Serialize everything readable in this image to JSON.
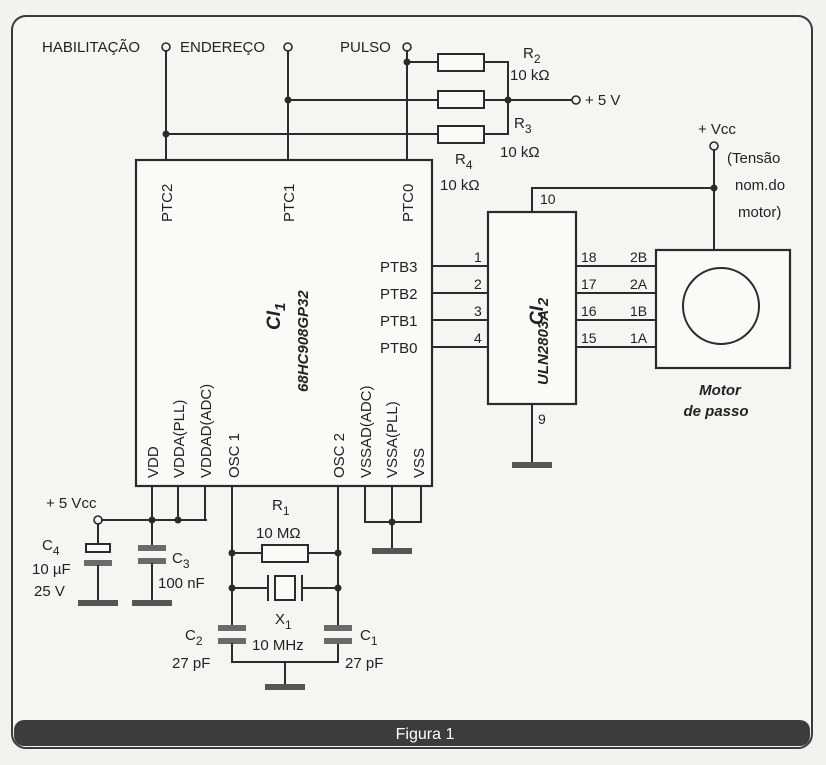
{
  "figure": {
    "caption": "Figura 1"
  },
  "inputs": {
    "habilitacao": "HABILITAÇÃO",
    "endereco": "ENDEREÇO",
    "pulso": "PULSO",
    "plus5v": "+ 5 V",
    "vcc_lbl": "+ Vcc",
    "vcc_note1": "(Tensão",
    "vcc_note2": "nom.do",
    "vcc_note3": "motor)",
    "plus5vcc": "+ 5 Vcc"
  },
  "resistors": {
    "r2": {
      "name": "R",
      "sub": "2",
      "value": "10 kΩ"
    },
    "r3": {
      "name": "R",
      "sub": "3",
      "value": "10 kΩ"
    },
    "r4": {
      "name": "R",
      "sub": "4",
      "value": "10 kΩ"
    },
    "r1": {
      "name": "R",
      "sub": "1",
      "value": "10 MΩ"
    }
  },
  "ic1": {
    "ref": "CI",
    "ref_sub": "1",
    "part": "68HC908GP32",
    "top_pins": [
      "PTC2",
      "PTC1",
      "PTC0"
    ],
    "right_pins": [
      "PTB3",
      "PTB2",
      "PTB1",
      "PTB0"
    ],
    "bottom_pins": [
      "VDD",
      "VDDA(PLL)",
      "VDDAD(ADC)",
      "OSC 1",
      "OSC 2",
      "VSSAD(ADC)",
      "VSSA(PLL)",
      "VSS"
    ]
  },
  "ic2": {
    "ref": "CI",
    "ref_sub": "2",
    "part": "ULN2803A",
    "left_pin_numbers": [
      "1",
      "2",
      "3",
      "4"
    ],
    "right_pin_numbers": [
      "18",
      "17",
      "16",
      "15"
    ],
    "top_pin_number": "10",
    "bottom_pin_number": "9"
  },
  "motor": {
    "phases": [
      "2B",
      "2A",
      "1B",
      "1A"
    ],
    "label1": "Motor",
    "label2": "de passo"
  },
  "capacitors": {
    "c4": {
      "name": "C",
      "sub": "4",
      "value": "10 µF",
      "voltage": "25 V"
    },
    "c3": {
      "name": "C",
      "sub": "3",
      "value": "100 nF"
    },
    "c2": {
      "name": "C",
      "sub": "2",
      "value": "27 pF"
    },
    "c1": {
      "name": "C",
      "sub": "1",
      "value": "27 pF"
    }
  },
  "crystal": {
    "name": "X",
    "sub": "1",
    "value": "10 MHz"
  }
}
